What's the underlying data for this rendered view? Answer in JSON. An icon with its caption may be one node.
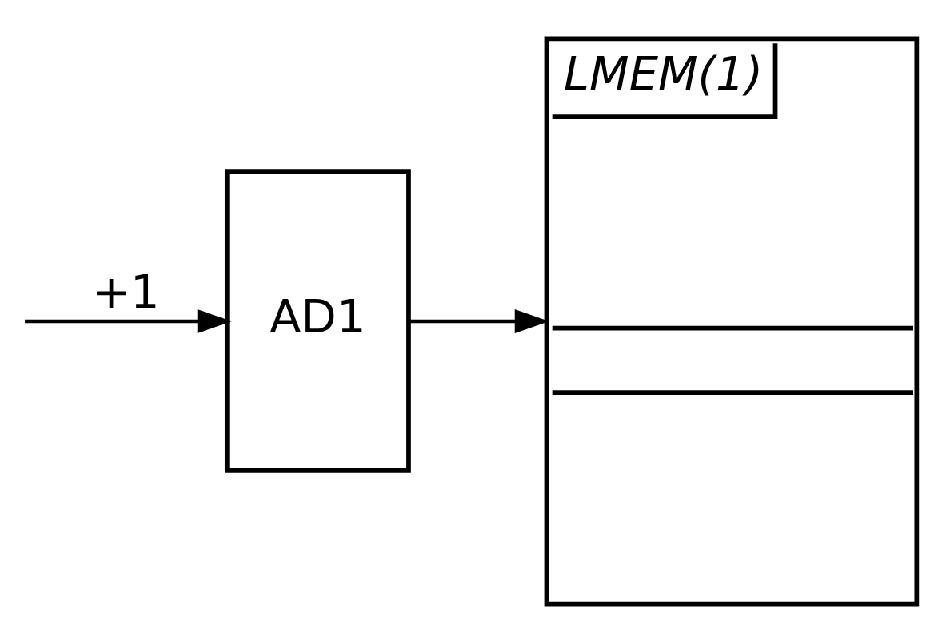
{
  "diagram": {
    "nodes": [
      {
        "text": [
          "AD1"
        ]
      },
      {
        "text": [
          "LMEM(1)"
        ]
      }
    ],
    "edges": [
      {
        "from": null,
        "to": 0,
        "arrow": "to",
        "label": "+1"
      },
      {
        "from": 0,
        "to": 1,
        "arrow": "to"
      }
    ]
  }
}
